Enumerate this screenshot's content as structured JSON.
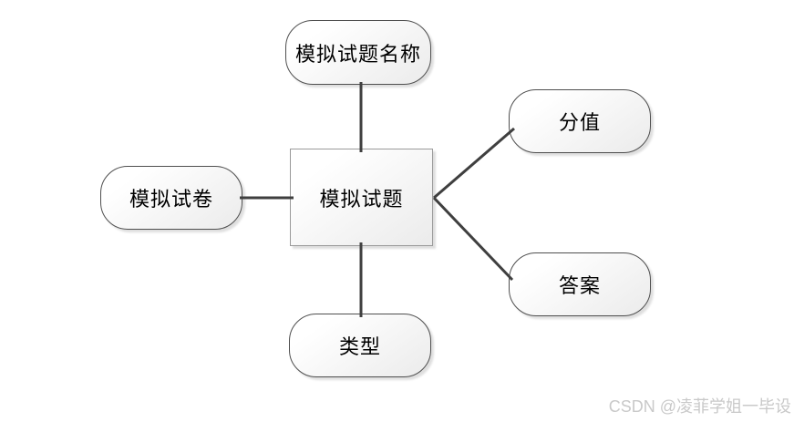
{
  "diagram": {
    "type": "er-attribute-diagram",
    "entity": {
      "label": "模拟试题"
    },
    "attributes": [
      {
        "id": "name",
        "label": "模拟试题名称",
        "position": "top"
      },
      {
        "id": "paper",
        "label": "模拟试卷",
        "position": "left"
      },
      {
        "id": "score",
        "label": "分值",
        "position": "top-right"
      },
      {
        "id": "answer",
        "label": "答案",
        "position": "bottom-right"
      },
      {
        "id": "type",
        "label": "类型",
        "position": "bottom"
      }
    ],
    "colors": {
      "line": "#3f3f3f",
      "entity_border": "#9a9a9a",
      "attribute_border": "#4f4f4f",
      "fill_gradient_start": "#ffffff",
      "fill_gradient_end": "#ebebeb",
      "text": "#000000",
      "watermark_text": "#c9c9c9",
      "background": "#ffffff"
    }
  },
  "watermark": {
    "text": "CSDN @凌菲学姐一毕设"
  }
}
